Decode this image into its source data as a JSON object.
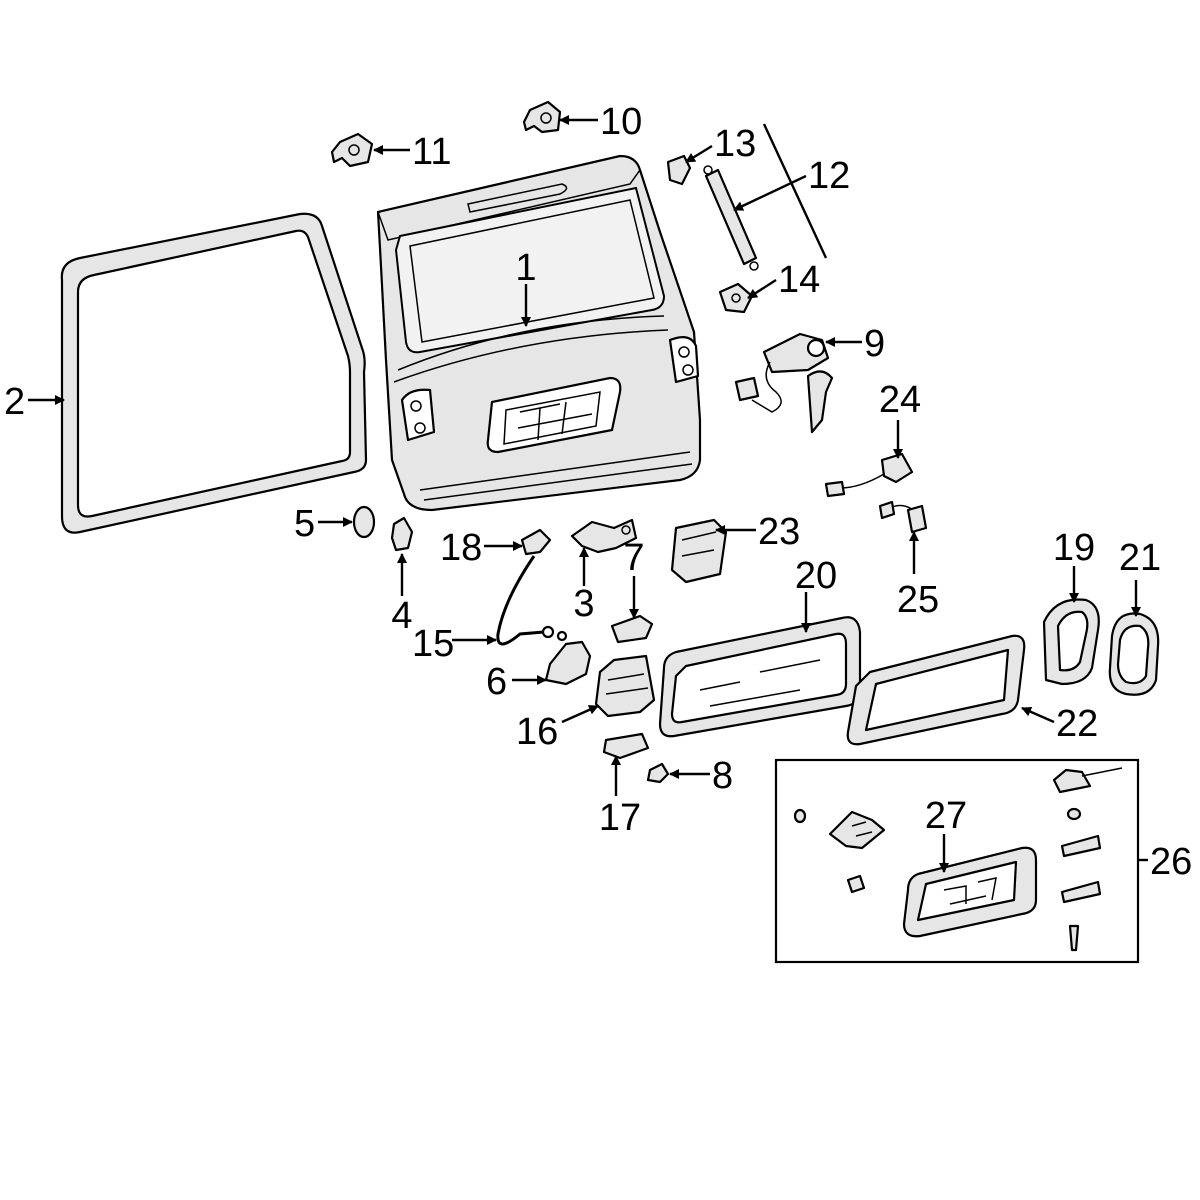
{
  "callouts": {
    "c1": "1",
    "c2": "2",
    "c3": "3",
    "c4": "4",
    "c5": "5",
    "c6": "6",
    "c7": "7",
    "c8": "8",
    "c9": "9",
    "c10": "10",
    "c11": "11",
    "c12": "12",
    "c13": "13",
    "c14": "14",
    "c15": "15",
    "c16": "16",
    "c17": "17",
    "c18": "18",
    "c19": "19",
    "c20": "20",
    "c21": "21",
    "c22": "22",
    "c23": "23",
    "c24": "24",
    "c25": "25",
    "c26": "26",
    "c27": "27"
  },
  "colors": {
    "line": "#000000",
    "fill": "#e6e6e6",
    "background": "#ffffff"
  }
}
